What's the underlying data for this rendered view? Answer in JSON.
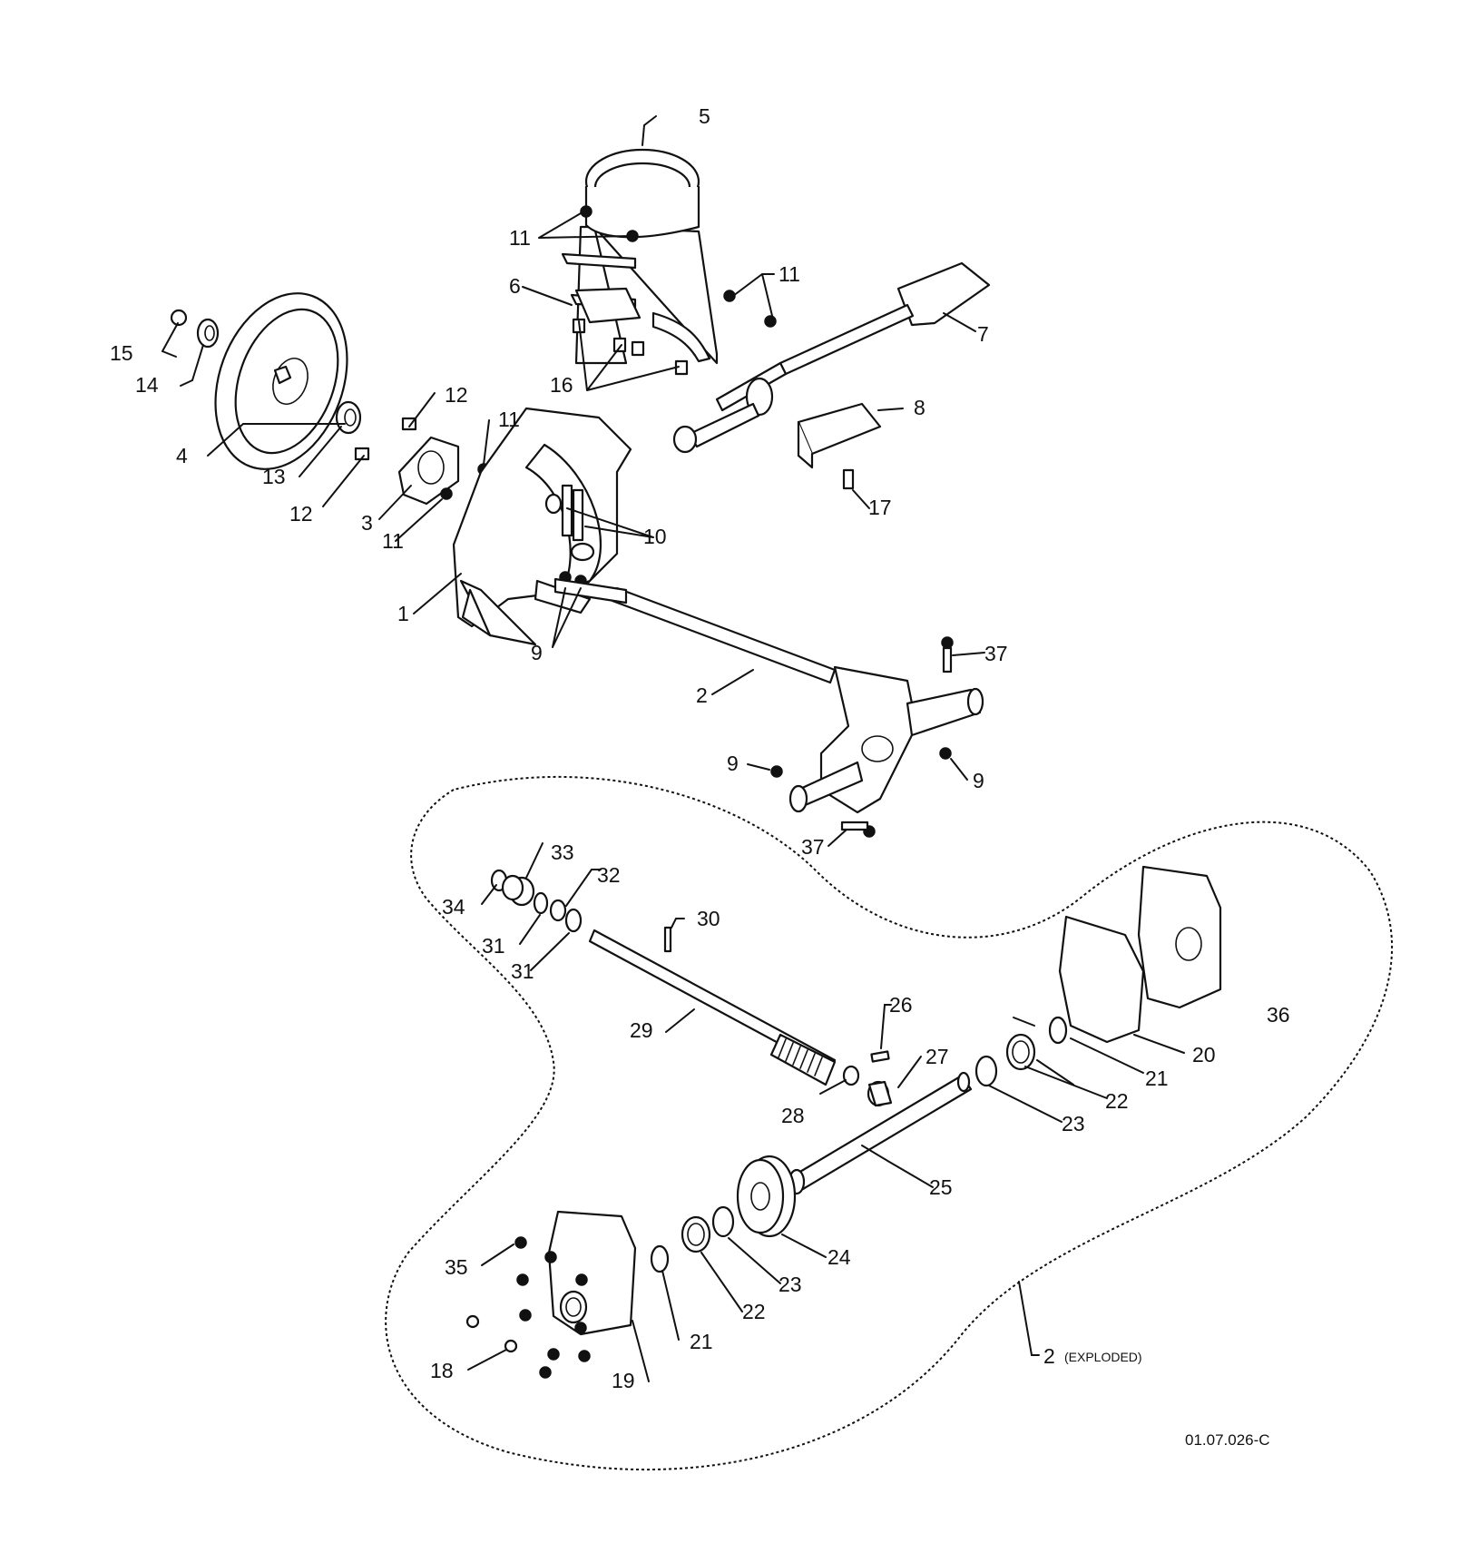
{
  "diagram": {
    "figure_code": "01.07.026-C",
    "exploded_label": {
      "number": "2",
      "note": "(EXPLODED)"
    },
    "callouts": {
      "c1": "1",
      "c2": "2",
      "c3": "3",
      "c4": "4",
      "c5": "5",
      "c6": "6",
      "c7": "7",
      "c8": "8",
      "c9a": "9",
      "c9b": "9",
      "c9c": "9",
      "c10": "10",
      "c11a": "11",
      "c11b": "11",
      "c11c": "11",
      "c11d": "11",
      "c12a": "12",
      "c12b": "12",
      "c13": "13",
      "c14": "14",
      "c15": "15",
      "c16": "16",
      "c17": "17",
      "c18": "18",
      "c19": "19",
      "c20": "20",
      "c21a": "21",
      "c21b": "21",
      "c22a": "22",
      "c22b": "22",
      "c23a": "23",
      "c23b": "23",
      "c24": "24",
      "c25": "25",
      "c26": "26",
      "c27": "27",
      "c28": "28",
      "c29": "29",
      "c30": "30",
      "c31a": "31",
      "c31b": "31",
      "c32": "32",
      "c33": "33",
      "c34": "34",
      "c35": "35",
      "c36": "36",
      "c37a": "37",
      "c37b": "37"
    }
  }
}
